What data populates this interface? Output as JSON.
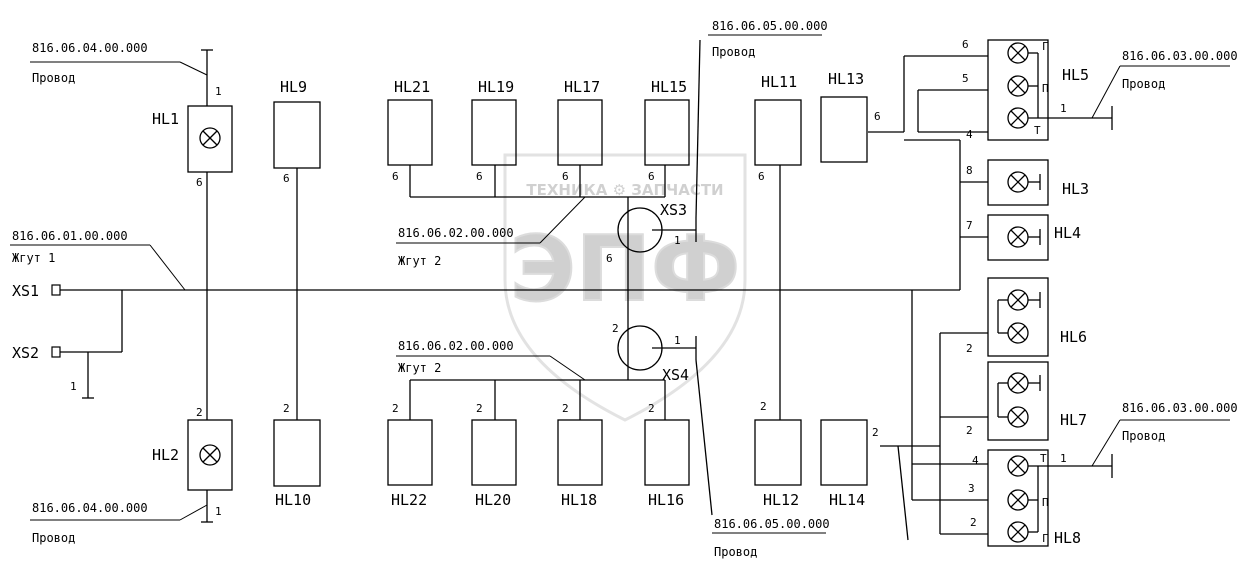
{
  "watermark": {
    "top": "ТЕХНИКА ⚙ ЗАПЧАСТИ",
    "big": "ЭПФ"
  },
  "labels": {
    "hl1": "HL1",
    "hl2": "HL2",
    "hl9": "HL9",
    "hl10": "HL10",
    "hl21": "HL21",
    "hl19": "HL19",
    "hl17": "HL17",
    "hl15": "HL15",
    "hl11": "HL11",
    "hl13": "HL13",
    "hl22": "HL22",
    "hl20": "HL20",
    "hl18": "HL18",
    "hl16": "HL16",
    "hl12": "HL12",
    "hl14": "HL14",
    "hl5": "HL5",
    "hl3": "HL3",
    "hl4": "HL4",
    "hl6": "HL6",
    "hl7": "HL7",
    "hl8": "HL8",
    "xs1": "XS1",
    "xs2": "XS2",
    "xs3": "XS3",
    "xs4": "XS4"
  },
  "refs": {
    "wire_top_left_code": "816.06.04.00.000",
    "wire_top_left_name": "Провод",
    "wire_bottom_left_code": "816.06.04.00.000",
    "wire_bottom_left_name": "Провод",
    "harness1_code": "816.06.01.00.000",
    "harness1_name": "Жгут 1",
    "harness2a_code": "816.06.02.00.000",
    "harness2a_name": "Жгут 2",
    "harness2b_code": "816.06.02.00.000",
    "harness2b_name": "Жгут 2",
    "wire_top_mid_code": "816.06.05.00.000",
    "wire_top_mid_name": "Провод",
    "wire_bottom_mid_code": "816.06.05.00.000",
    "wire_bottom_mid_name": "Провод",
    "wire_hl5_code": "816.06.03.00.000",
    "wire_hl5_name": "Провод",
    "wire_hl8_code": "816.06.03.00.000",
    "wire_hl8_name": "Провод"
  },
  "pins": {
    "one": "1",
    "two": "2",
    "three": "3",
    "four": "4",
    "five": "5",
    "six": "6",
    "seven": "7",
    "eight": "8",
    "g": "Г",
    "p": "П",
    "t": "Т"
  }
}
